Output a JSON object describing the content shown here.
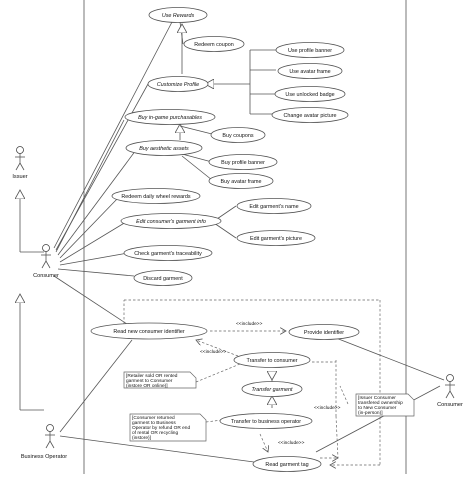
{
  "actors": {
    "issuer": "Issuer",
    "consumer_left": "Consumer",
    "business_operator": "Business Operator",
    "consumer_right": "Consumer"
  },
  "use_cases": {
    "use_rewards": "Use Rewards",
    "redeem_coupon": "Redeem coupon",
    "customize_profile": "Customize Profile",
    "use_profile_banner": "Use profile banner",
    "use_avatar_frame": "Use avatar frame",
    "use_unlocked_badge": "Use unlocked badge",
    "change_avatar_picture": "Change avatar picture",
    "buy_ingame_purchasables": "Buy in-game purchasables",
    "buy_coupons": "Buy coupons",
    "buy_aesthetic_assets": "Buy aesthetic assets",
    "buy_profile_banner": "Buy profile banner",
    "buy_avatar_frame": "Buy avatar frame",
    "redeem_daily_wheel_rewards": "Redeem daily wheel rewards",
    "edit_consumers_garment_info": "Edit consumer's garment info",
    "edit_garments_name": "Edit garment's name",
    "edit_garments_picture": "Edit garment's picture",
    "check_garments_traceability": "Check garment's traceability",
    "discard_garment": "Discard garment",
    "read_new_consumer_identifier": "Read new consumer identifier",
    "provide_identifier": "Provide identifier",
    "transfer_to_consumer": "Transfer to consumer",
    "transfer_garment": "Transfer garment",
    "transfer_to_business_operator": "Transfer to business operator",
    "read_garment_tag": "Read garment tag"
  },
  "include_labels": {
    "inc1": "<<include>>",
    "inc2": "<<include>>",
    "inc3": "<<include>>",
    "inc4": "<<include>>"
  },
  "notes": {
    "note1": [
      "[Retailer sold OR rented",
      "garment to Consumer",
      "(instore OR online)]"
    ],
    "note2": [
      "[Consumer returned",
      "garment to Business",
      "Operator by refund OR end",
      "of rental OR recycling",
      "(instore)]"
    ],
    "note3": [
      "[Issuer Consumer",
      "transfered ownership",
      "to New Consumer",
      "(in-person)]"
    ]
  }
}
